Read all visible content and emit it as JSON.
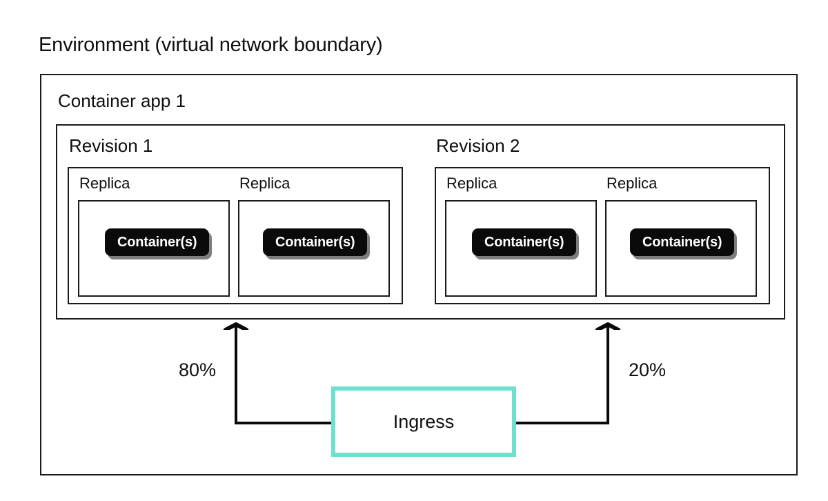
{
  "diagram": {
    "title": "Environment (virtual network boundary)",
    "environment": {
      "label": "Environment (virtual network boundary)",
      "container_app": {
        "label": "Container app 1",
        "revisions": [
          {
            "label": "Revision 1",
            "traffic_percent": "80%",
            "replicas": [
              {
                "label": "Replica",
                "container": "Container(s)"
              },
              {
                "label": "Replica",
                "container": "Container(s)"
              }
            ]
          },
          {
            "label": "Revision 2",
            "traffic_percent": "20%",
            "replicas": [
              {
                "label": "Replica",
                "container": "Container(s)"
              },
              {
                "label": "Replica",
                "container": "Container(s)"
              }
            ]
          }
        ]
      },
      "ingress": {
        "label": "Ingress"
      }
    }
  },
  "colors": {
    "ingress_border": "#6fe0cf",
    "box_border": "#1a1a1a",
    "container_pill_bg": "#0a0a0a",
    "container_pill_text": "#ffffff",
    "container_pill_shadow": "#737373",
    "background": "#ffffff",
    "text": "#0f0f0f"
  }
}
